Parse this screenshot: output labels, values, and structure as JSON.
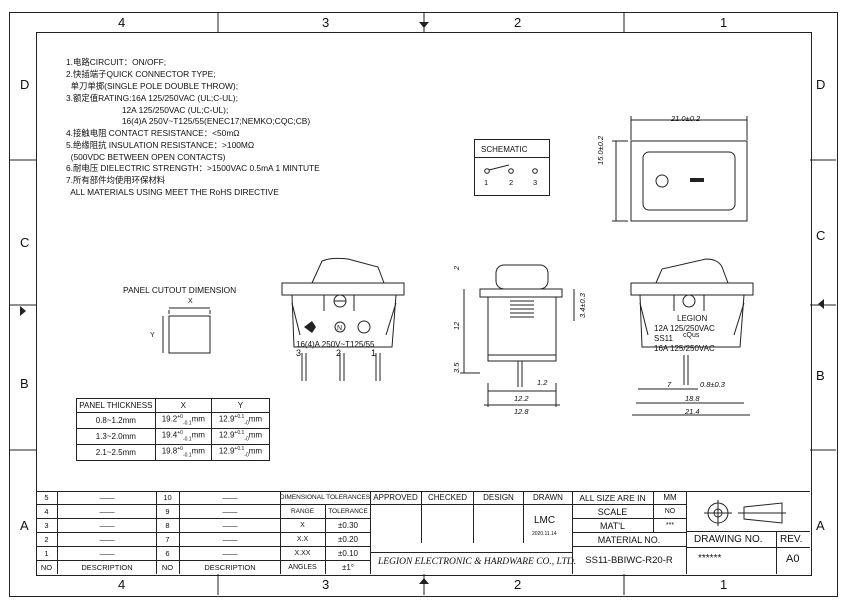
{
  "zones": {
    "top": [
      "4",
      "3",
      "2",
      "1"
    ],
    "bottom": [
      "4",
      "3",
      "2",
      "1"
    ],
    "left": [
      "D",
      "C",
      "B",
      "A"
    ],
    "right": [
      "D",
      "C",
      "B",
      "A"
    ]
  },
  "notes": [
    "1.电路CIRCUIT：ON/OFF;",
    "2.快插端子QUICK CONNECTOR TYPE;",
    "  单刀单掷(SINGLE POLE DOUBLE THROW);",
    "3.额定值RATING:16A 125/250VAC (UL;C-UL);",
    "                        12A 125/250VAC (UL;C-UL);",
    "                        16(4)A 250V~T125/55(ENEC17;NEMKO;CQC;CB)",
    "4.接触电阻  CONTACT RESISTANCE：<50mΩ",
    "5.绝缘阻抗 INSULATION RESISTANCE：>100MΩ",
    "  (500VDC BETWEEN OPEN CONTACTS)",
    "6.耐电压 DIELECTRIC STRENGTH：>1500VAC 0.5mA 1 MINTUTE",
    "7.所有部件均使用环保材料",
    "  ALL MATERIALS USING MEET THE RoHS DIRECTIVE"
  ],
  "schematic": {
    "title": "SCHEMATIC",
    "pins": [
      "1",
      "2",
      "3"
    ]
  },
  "top_view": {
    "width_dim": "21.0±0.2",
    "height_dim": "15.0±0.2"
  },
  "panel_cutout": {
    "title": "PANEL CUTOUT DIMENSION",
    "x_label": "X",
    "y_label": "Y"
  },
  "front_view": {
    "marking": "16(4)A 250V~T125/55",
    "pins": [
      "3",
      "2",
      "1"
    ]
  },
  "side_view": {
    "dims": [
      "2",
      "12",
      "3.5",
      "3.4±0.3",
      "1.2",
      "12.2",
      "12.8"
    ]
  },
  "rear_view": {
    "lines": [
      "LEGION",
      "12A 125/250VAC",
      "SS11",
      "16A 125/250VAC"
    ],
    "ul_mark": "cQus",
    "dims": [
      "7",
      "0.8±0.3",
      "18.8",
      "21.4"
    ]
  },
  "thickness_table": {
    "headers": [
      "PANEL THICKNESS",
      "X",
      "Y"
    ],
    "rows": [
      [
        "0.8~1.2mm",
        "19.2",
        "+0",
        "-0.1",
        "mm",
        "12.9",
        "+0.1",
        "-0",
        "mm"
      ],
      [
        "1.3~2.0mm",
        "19.4",
        "+0",
        "-0.1",
        "mm",
        "12.9",
        "+0.1",
        "-0",
        "mm"
      ],
      [
        "2.1~2.5mm",
        "19.8",
        "+0",
        "-0.1",
        "mm",
        "12.9",
        "+0.1",
        "-0",
        "mm"
      ]
    ]
  },
  "revisions_left": {
    "numbers": [
      "5",
      "4",
      "3",
      "2",
      "1"
    ],
    "dash": "——",
    "no": "NO",
    "desc": "DESCRIPTION"
  },
  "revisions_right": {
    "numbers": [
      "10",
      "9",
      "8",
      "7",
      "6"
    ],
    "dash": "——",
    "no": "NO",
    "desc": "DESCRIPTION"
  },
  "tolerances": {
    "title": "DIMENSIONAL TOLERANCES",
    "headers": [
      "RANGE",
      "TOLERANCE"
    ],
    "rows": [
      [
        "X",
        "±0.30"
      ],
      [
        "X.X",
        "±0.20"
      ],
      [
        "X.XX",
        "±0.10"
      ],
      [
        "ANGLES",
        "±1°"
      ]
    ]
  },
  "approvals": {
    "headers": [
      "APPROVED",
      "CHECKED",
      "DESIGN",
      "DRAWN"
    ],
    "drawn_by": "LMC",
    "date": "2020.11.14"
  },
  "company": "LEGION ELECTRONIC & HARDWARE CO., LTD.",
  "info": {
    "all_size": "ALL SIZE ARE IN",
    "unit": "MM",
    "scale": "SCALE",
    "scale_val": "NO",
    "matl": "MAT'L",
    "matl_val": "***",
    "material_no": "MATERIAL NO.",
    "part_no": "SS11-BBIWC-R20-R"
  },
  "drawing": {
    "label": "DRAWING NO.",
    "value": "******",
    "rev_label": "REV.",
    "rev_value": "A0"
  }
}
